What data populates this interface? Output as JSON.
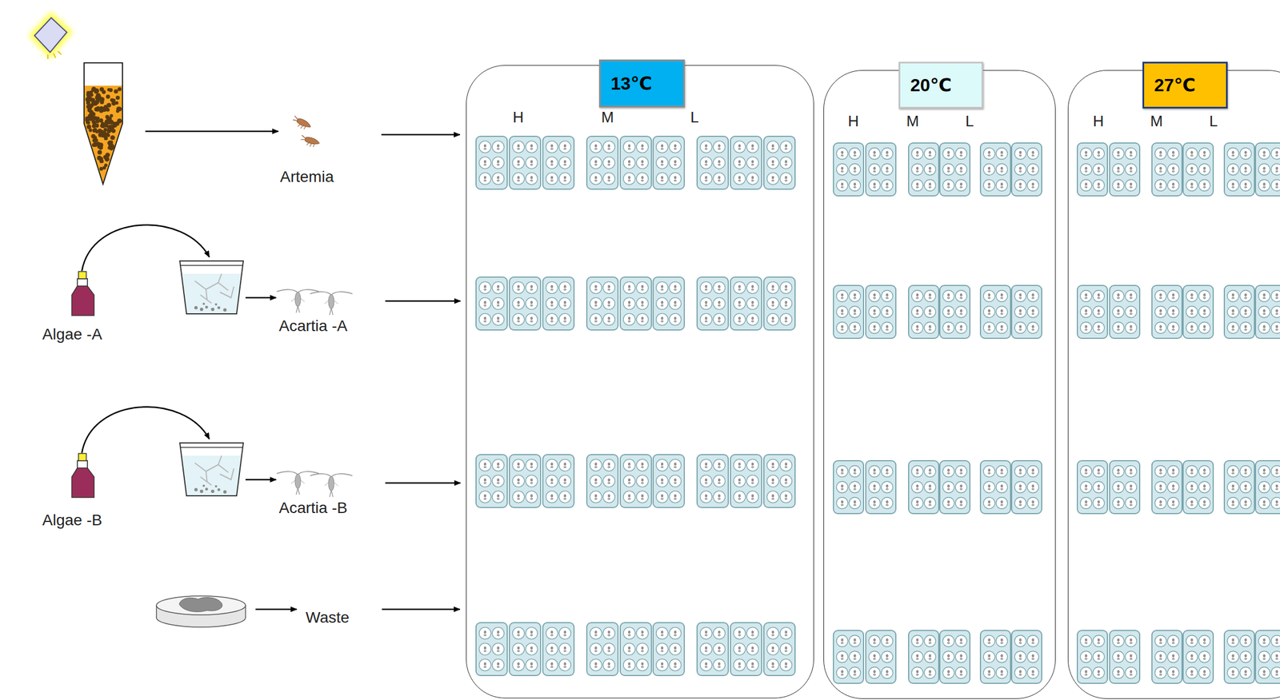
{
  "diagram": {
    "nodes": [
      {
        "text": [
          "13℃"
        ]
      },
      {
        "text": [
          "20℃"
        ]
      },
      {
        "text": [
          "27℃"
        ]
      }
    ],
    "labels": [
      "Artemia",
      "Algae -A",
      "Acartia -A",
      "Algae -B",
      "Acartia -B",
      "Waste",
      "H",
      "M",
      "L",
      "H",
      "M",
      "L",
      "H",
      "M",
      "L"
    ]
  }
}
